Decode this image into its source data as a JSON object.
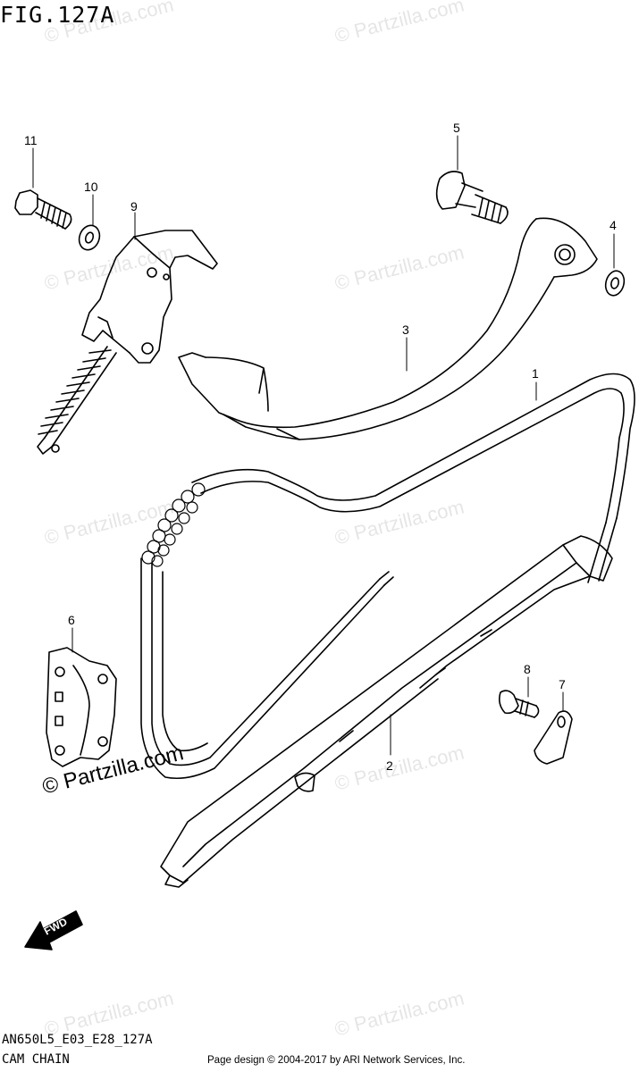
{
  "figure": {
    "title": "FIG.127A"
  },
  "callouts": [
    {
      "number": "1"
    },
    {
      "number": "2"
    },
    {
      "number": "3"
    },
    {
      "number": "4"
    },
    {
      "number": "5"
    },
    {
      "number": "6"
    },
    {
      "number": "7"
    },
    {
      "number": "8"
    },
    {
      "number": "9"
    },
    {
      "number": "10"
    },
    {
      "number": "11"
    }
  ],
  "watermark": {
    "text": "© Partzilla.com"
  },
  "direction_arrow": {
    "label": "FWD"
  },
  "footer": {
    "code": "AN650L5_E03_E28_127A",
    "name": "CAM CHAIN",
    "credit": "Page design © 2004-2017 by ARI Network Services, Inc."
  }
}
